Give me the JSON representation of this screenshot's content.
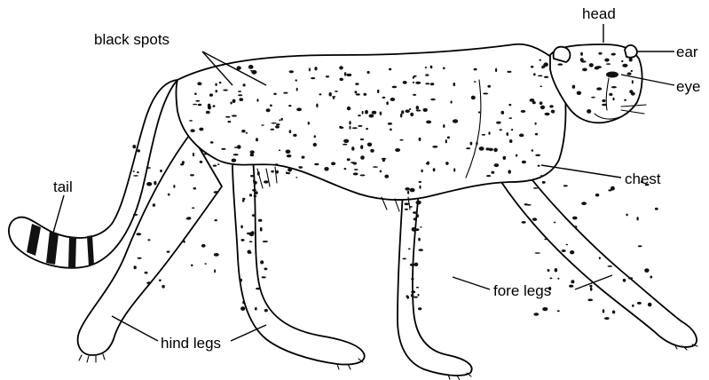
{
  "labels": {
    "head": "head",
    "ear": "ear",
    "eye": "eye",
    "black_spots": "black spots",
    "chest": "chest",
    "tail": "tail",
    "fore_legs": "fore legs",
    "hind_legs": "hind legs"
  }
}
